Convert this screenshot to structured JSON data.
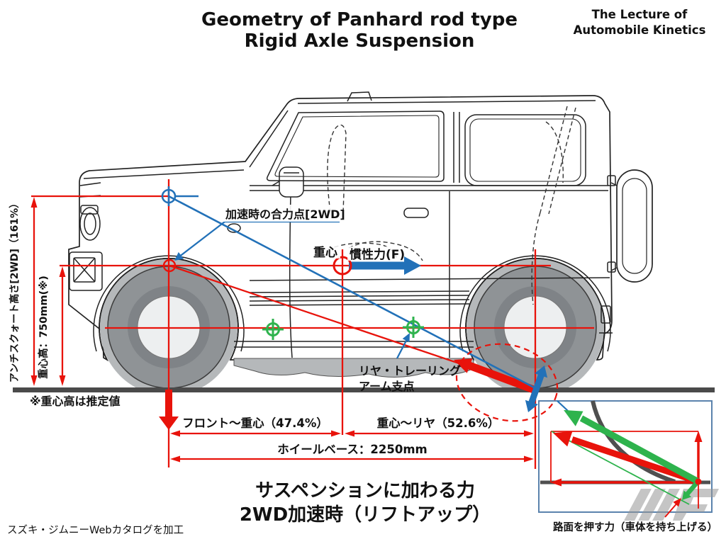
{
  "title": {
    "line1": "Geometry of Panhard rod type",
    "line2": "Rigid Axle Suspension"
  },
  "credit": {
    "line1": "The Lecture of",
    "line2": "Automobile Kinetics"
  },
  "diagram_labels": {
    "resultant_point": "加速時の合力点[2WD]",
    "center_of_gravity": "重心",
    "inertia_force": "慣性力(F)",
    "trailing_arm_line1": "リヤ・トレーリング",
    "trailing_arm_line2": "アーム支点",
    "anti_squat_height": "アンチスクォート高さ[2WD]（161%）",
    "cog_height": "重心高：750mm(※)",
    "cog_note": "※重心高は推定値",
    "front_to_cog": "フロント〜重心（47.4%）",
    "cog_to_rear": "重心〜リヤ（52.6%）",
    "wheelbase": "ホイールベース：2250mm",
    "road_push_force": "路面を押す力（車体を持ち上げる）"
  },
  "caption": {
    "line1": "サスペンションに加わる力",
    "line2": "2WD加速時（リフトアップ）"
  },
  "source_note": "スズキ・ジムニーWebカタログを加工",
  "colors": {
    "dimension_red": "#e8130b",
    "force_blue": "#2271b8",
    "pivot_green": "#2eb34d",
    "ground_gray": "#4a4a4a",
    "inset_border_blue": "#5b83ad"
  }
}
